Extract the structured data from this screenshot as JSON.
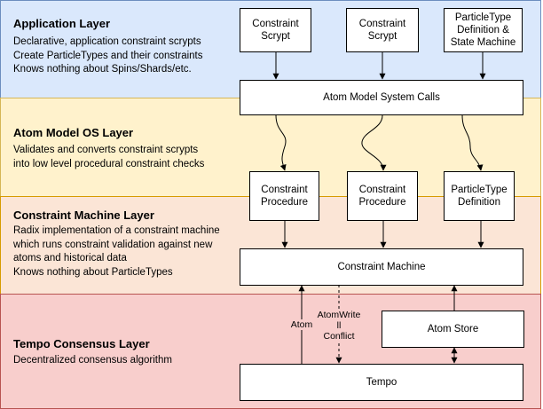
{
  "layers": {
    "application": {
      "title": "Application Layer",
      "lines": [
        "Declarative, application constraint scrypts",
        "Create ParticleTypes and their constraints",
        "Knows nothing about Spins/Shards/etc."
      ]
    },
    "atom_model_os": {
      "title": "Atom Model OS Layer",
      "lines": [
        "Validates and converts constraint scrypts",
        "into low level procedural constraint checks"
      ]
    },
    "constraint_machine": {
      "title": "Constraint Machine Layer",
      "lines": [
        "Radix implementation of a constraint machine",
        "which runs constraint validation against new",
        "atoms and historical data",
        "Knows nothing about ParticleTypes"
      ]
    },
    "tempo": {
      "title": "Tempo Consensus Layer",
      "lines": [
        "Decentralized consensus algorithm"
      ]
    }
  },
  "boxes": {
    "constraint_scrypt_1": "Constraint\nScrypt",
    "constraint_scrypt_2": "Constraint\nScrypt",
    "particle_type_def_sm": "ParticleType\nDefinition &\nState Machine",
    "atom_model_system_calls": "Atom Model System Calls",
    "constraint_procedure_1": "Constraint\nProcedure",
    "constraint_procedure_2": "Constraint\nProcedure",
    "particle_type_definition": "ParticleType\nDefinition",
    "constraint_machine": "Constraint Machine",
    "atom_store": "Atom Store",
    "tempo": "Tempo"
  },
  "edge_labels": {
    "atom": "Atom",
    "atom_write_conflict": "AtomWrite\nll\nConflict"
  }
}
